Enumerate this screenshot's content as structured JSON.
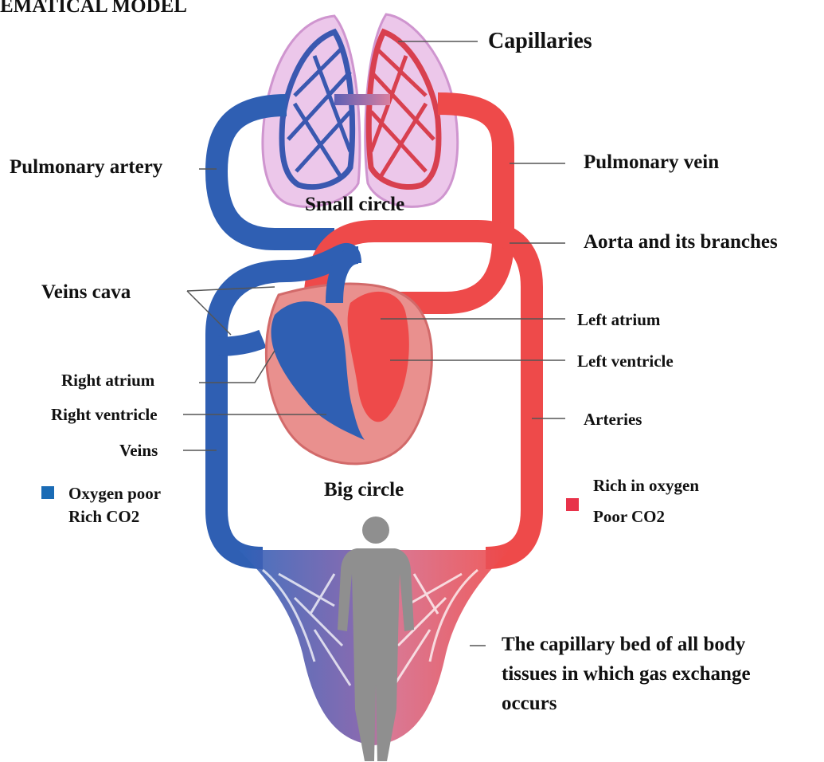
{
  "header": {
    "title": "EMATICAL MODEL"
  },
  "labels": {
    "capillaries": "Capillaries",
    "pulmonary_artery": "Pulmonary artery",
    "pulmonary_vein": "Pulmonary vein",
    "small_circle": "Small circle",
    "aorta": "Aorta and its branches",
    "veins_cava": "Veins cava",
    "left_atrium": "Left atrium",
    "left_ventricle": "Left ventricle",
    "right_atrium": "Right atrium",
    "right_ventricle": "Right ventricle",
    "arteries": "Arteries",
    "veins": "Veins",
    "big_circle": "Big circle",
    "capillary_bed_line1": "The capillary bed of all body",
    "capillary_bed_line2": "tissues in which gas exchange",
    "capillary_bed_line3": "occurs"
  },
  "legend": {
    "blue": {
      "line1": "Oxygen poor",
      "line2": "Rich CO2",
      "color": "#1a6bb5"
    },
    "red": {
      "line1": "Rich in oxygen",
      "line2": "Poor CO2",
      "color": "#e8324a"
    }
  },
  "colors": {
    "venous": "#2f5fb3",
    "arterial": "#ee4a4a",
    "lung": "#e8bde3",
    "heart_shell": "#e9908e",
    "body": "#8f8f8f"
  }
}
